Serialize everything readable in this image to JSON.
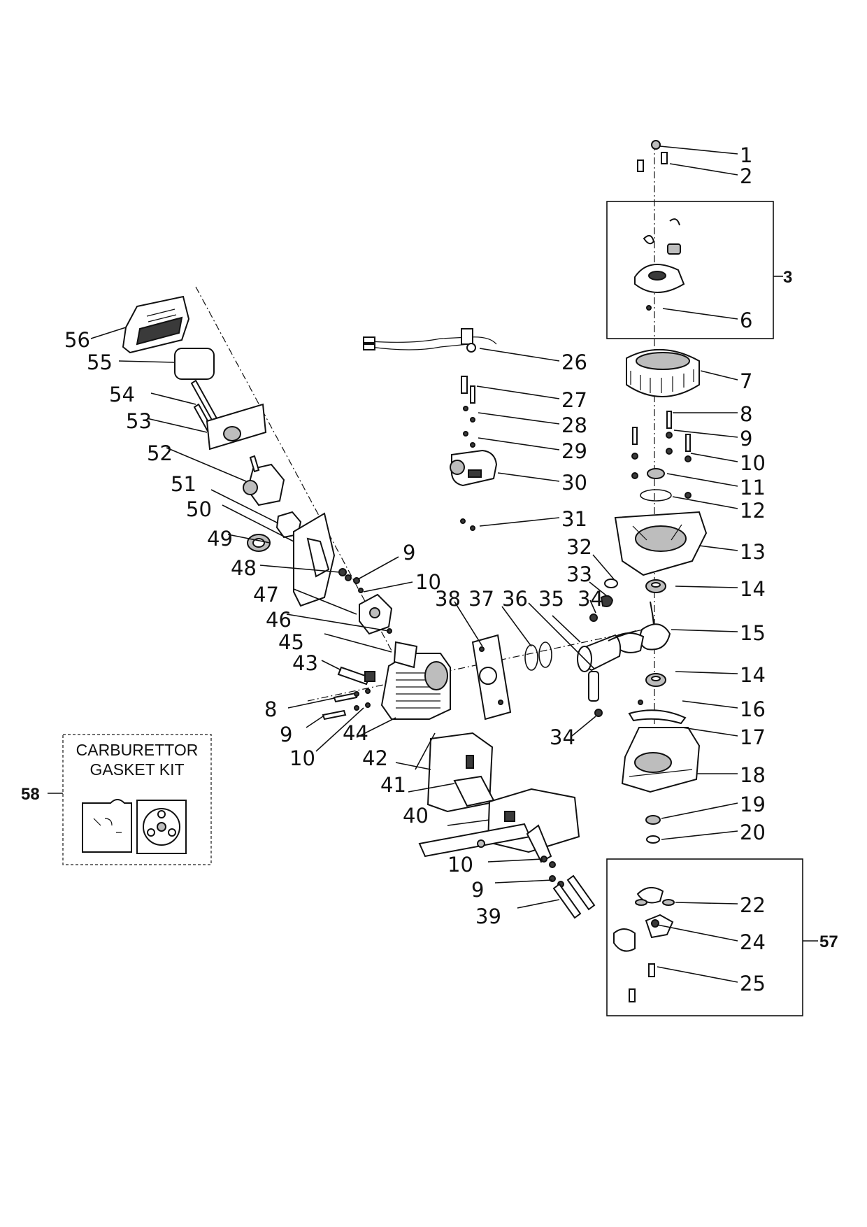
{
  "diagram": {
    "callouts": [
      "1",
      "2",
      "3",
      "6",
      "7",
      "8",
      "9",
      "10",
      "11",
      "12",
      "13",
      "14",
      "15",
      "14",
      "16",
      "17",
      "18",
      "19",
      "20",
      "22",
      "24",
      "25",
      "57",
      "26",
      "27",
      "28",
      "29",
      "30",
      "31",
      "32",
      "33",
      "34",
      "35",
      "36",
      "37",
      "38",
      "34",
      "56",
      "55",
      "54",
      "53",
      "52",
      "51",
      "50",
      "49",
      "9",
      "48",
      "10",
      "47",
      "46",
      "45",
      "43",
      "8",
      "9",
      "44",
      "10",
      "42",
      "41",
      "40",
      "10",
      "9",
      "39",
      "58"
    ],
    "kit_box": {
      "line1": "CARBURETTOR",
      "line2": "GASKET KIT"
    }
  }
}
